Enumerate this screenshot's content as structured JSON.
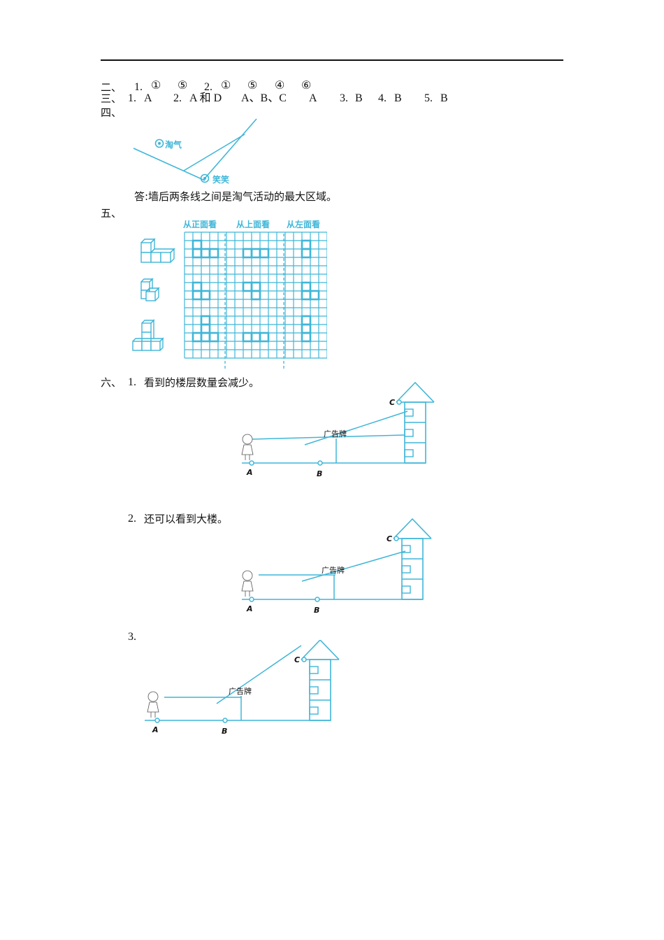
{
  "section2": {
    "label": "二、",
    "q1": "1.",
    "q1_answers": [
      "①",
      "⑤"
    ],
    "q2": "2.",
    "q2_answers": [
      "①",
      "⑤",
      "④",
      "⑥"
    ]
  },
  "section3": {
    "label": "三、",
    "answers": [
      {
        "num": "1.",
        "text": "A"
      },
      {
        "num": "2.",
        "text": "A 和 D",
        "extra": [
          "A、B、C",
          "A"
        ]
      },
      {
        "num": "3.",
        "text": "B"
      },
      {
        "num": "4.",
        "text": "B"
      },
      {
        "num": "5.",
        "text": "B"
      }
    ]
  },
  "section4": {
    "label": "四、",
    "labels": {
      "taoqi": "淘气",
      "xiaoxiao": "笑笑"
    },
    "answer": "答:墙后两条线之间是淘气活动的最大区域。"
  },
  "section5": {
    "label": "五、",
    "headers": [
      "从正面看",
      "从上面看",
      "从左面看"
    ],
    "grid": {
      "cols": 17,
      "rows": 15
    },
    "bold_cells": [
      [
        1,
        1
      ],
      [
        1,
        2
      ],
      [
        2,
        2
      ],
      [
        3,
        2
      ],
      [
        1,
        6
      ],
      [
        1,
        7
      ],
      [
        2,
        7
      ],
      [
        2,
        10
      ],
      [
        2,
        11
      ],
      [
        1,
        12
      ],
      [
        2,
        12
      ],
      [
        3,
        12
      ],
      [
        7,
        2
      ],
      [
        8,
        2
      ],
      [
        9,
        2
      ],
      [
        7,
        6
      ],
      [
        8,
        6
      ],
      [
        8,
        7
      ],
      [
        7,
        12
      ],
      [
        8,
        12
      ],
      [
        9,
        12
      ],
      [
        14,
        1
      ],
      [
        14,
        2
      ],
      [
        14,
        6
      ],
      [
        14,
        7
      ],
      [
        15,
        7
      ],
      [
        14,
        10
      ],
      [
        14,
        11
      ],
      [
        14,
        12
      ]
    ]
  },
  "section6": {
    "label": "六、",
    "q1": {
      "num": "1.",
      "text": "看到的楼层数量会减少。"
    },
    "q2": {
      "num": "2.",
      "text": "还可以看到大楼。"
    },
    "q3": {
      "num": "3.",
      "text": ""
    },
    "diagram_labels": {
      "billboard": "广告牌",
      "a": "A",
      "b": "B",
      "c": "C"
    }
  },
  "colors": {
    "accent": "#3fb6d8",
    "text": "#111111"
  }
}
